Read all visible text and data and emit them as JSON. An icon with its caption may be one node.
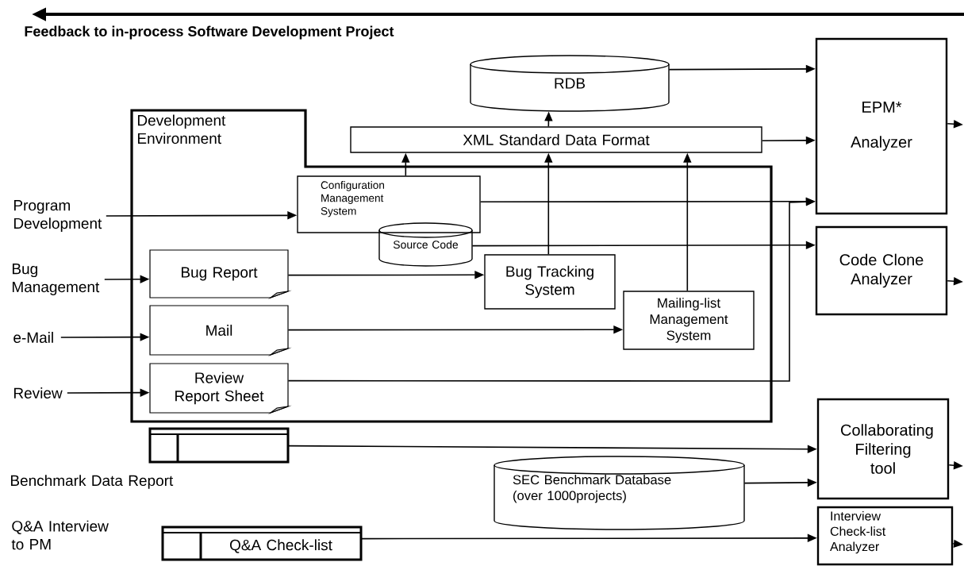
{
  "diagram": {
    "title": "Feedback to in-process Software Development Project",
    "nodes": [
      {
        "text": [
          "Development Environment"
        ]
      },
      {
        "text": [
          "RDB"
        ]
      },
      {
        "text": [
          "XML Standard Data Format"
        ]
      },
      {
        "text": [
          "Configuration Management System"
        ],
        "in": 0
      },
      {
        "text": [
          "Source Code"
        ],
        "in": 0
      },
      {
        "text": [
          "Bug Report"
        ],
        "in": 0
      },
      {
        "text": [
          "Bug Tracking System"
        ],
        "in": 0
      },
      {
        "text": [
          "Mailing-list Management System"
        ],
        "in": 0
      },
      {
        "text": [
          "Mail"
        ],
        "in": 0
      },
      {
        "text": [
          "Review Report Sheet"
        ],
        "in": 0
      },
      {
        "text": [
          "EPM*",
          "Analyzer"
        ]
      },
      {
        "text": [
          "Code Clone Analyzer"
        ]
      },
      {
        "text": [
          "Collaborating Filtering tool"
        ]
      },
      {
        "text": [
          "Interview Check-list Analyzer"
        ]
      },
      {
        "text": [
          "SEC Benchmark Database (over 1000projects)"
        ]
      },
      {
        "text": [],
        "shape": "box"
      },
      {
        "text": [
          "Q&A Check-list"
        ]
      },
      {
        "text": [
          "Program Development"
        ]
      },
      {
        "text": [
          "Bug Management"
        ]
      },
      {
        "text": [
          "e-Mail"
        ]
      },
      {
        "text": [
          "Review"
        ]
      }
    ],
    "edges": [
      {
        "from": 17,
        "to": 3,
        "arrow": "to"
      },
      {
        "from": 18,
        "to": 5,
        "arrow": "to"
      },
      {
        "from": 19,
        "to": 8,
        "arrow": "to"
      },
      {
        "from": 20,
        "to": 9,
        "arrow": "to"
      },
      {
        "from": 3,
        "to": 2,
        "arrow": "to"
      },
      {
        "from": 2,
        "to": 1,
        "arrow": "to"
      },
      {
        "from": 1,
        "to": 10,
        "arrow": "to"
      },
      {
        "from": 2,
        "to": 10,
        "arrow": "to"
      },
      {
        "from": 3,
        "to": 10,
        "arrow": "to"
      },
      {
        "from": 4,
        "to": 11,
        "arrow": "to"
      },
      {
        "from": 5,
        "to": 6,
        "arrow": "to"
      },
      {
        "from": 6,
        "to": 2,
        "arrow": "to"
      },
      {
        "from": 8,
        "to": 7,
        "arrow": "to"
      },
      {
        "from": 7,
        "to": 2,
        "arrow": "to"
      },
      {
        "from": 9,
        "to": 10,
        "arrow": "to"
      },
      {
        "from": 15,
        "to": 12,
        "arrow": "to"
      },
      {
        "from": 14,
        "to": 12,
        "arrow": "to"
      },
      {
        "from": 16,
        "to": 13,
        "arrow": "to"
      },
      {
        "from": 10,
        "to": null,
        "arrow": "to"
      },
      {
        "from": 11,
        "to": null,
        "arrow": "to"
      },
      {
        "from": 12,
        "to": null,
        "arrow": "to"
      },
      {
        "from": 13,
        "to": null,
        "arrow": "to"
      }
    ],
    "labels": [
      "Benchmark Data Report",
      "Q&A Interview to PM"
    ]
  }
}
